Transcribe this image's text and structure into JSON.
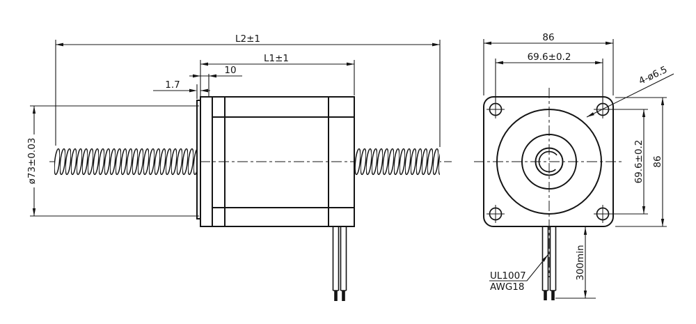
{
  "colors": {
    "line": "#141414",
    "background": "#ffffff"
  },
  "side_view": {
    "dim_overall_length": "L2±1",
    "dim_body_length": "L1±1",
    "dim_front_plate": "10",
    "dim_boss_thickness": "1.7",
    "dim_pilot_diameter": "ø73±0.03"
  },
  "front_view": {
    "dim_width": "86",
    "dim_hole_spacing_horizontal": "69.6±0.2",
    "dim_mounting_holes": "4-ø6.5",
    "dim_hole_spacing_vertical": "69.6±0.2",
    "dim_height": "86",
    "dim_lead_wire_length": "300min",
    "wire_spec_line1": "UL1007",
    "wire_spec_line2": "AWG18"
  }
}
